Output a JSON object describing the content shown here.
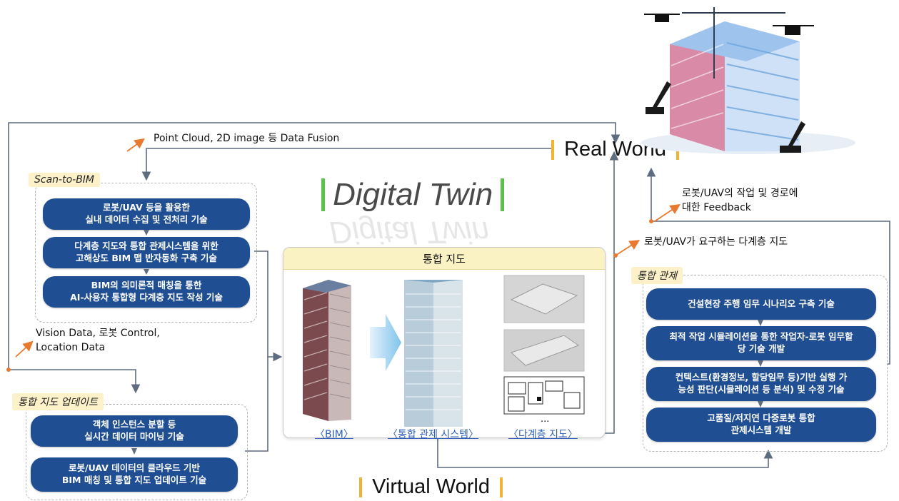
{
  "title": "Digital Twin",
  "real_world": "Real World",
  "virtual_world": "Virtual World",
  "annotations": {
    "point_cloud": "Point Cloud, 2D image 등 Data Fusion",
    "vision_data": "Vision Data, 로봇 Control,\nLocation Data",
    "robot_feedback": "로봇/UAV의 작업 및 경로에\n대한 Feedback",
    "robot_map": "로봇/UAV가 요구하는 다계층 지도"
  },
  "scan_to_bim": {
    "tag": "Scan-to-BIM",
    "items": [
      "로봇/UAV 등을 활용한\n실내 데이터 수집 및 전처리 기술",
      "다계층 지도와 통합 관제시스템을 위한\n고해상도 BIM 맵 반자동화 구축 기술",
      "BIM의 의미론적 매칭을 통한\nAI-사용자 통합형 다계층 지도 작성 기술"
    ]
  },
  "map_update": {
    "tag": "통합 지도 업데이트",
    "items": [
      "객체 인스턴스 분할 등\n실시간 데이터 마이닝 기술",
      "로봇/UAV 데이터의 클라우드 기반\nBIM 매칭 및 통합 지도 업데이트 기술"
    ]
  },
  "integrated_map": {
    "header": "통합 지도",
    "captions": [
      "〈BIM〉",
      "〈통합 관제 시스템〉",
      "〈다계층 지도〉"
    ],
    "ellipsis": "..."
  },
  "control": {
    "tag": "통합 관제",
    "items": [
      "건설현장 주행 임무 시나리오 구축 기술",
      "최적 작업 시뮬레이션을 통한 작업자-로봇 임무할\n당 기술 개발",
      "컨텍스트(환경정보, 할당임무 등)기반 실행 가\n능성 판단(시뮬레이션 등 분석) 및 수정 기술",
      "고품질/저지연 다중로봇 통합\n관제시스템 개발"
    ]
  },
  "colors": {
    "pill": "#1f4e92",
    "tag_bg": "#fdf1c9",
    "accent_bar": "#f2b234",
    "title_bar": "#5cc04c",
    "arrow": "#5d6c7e",
    "orange_arrow": "#e8792f",
    "panel_header": "#fbf2c4"
  }
}
